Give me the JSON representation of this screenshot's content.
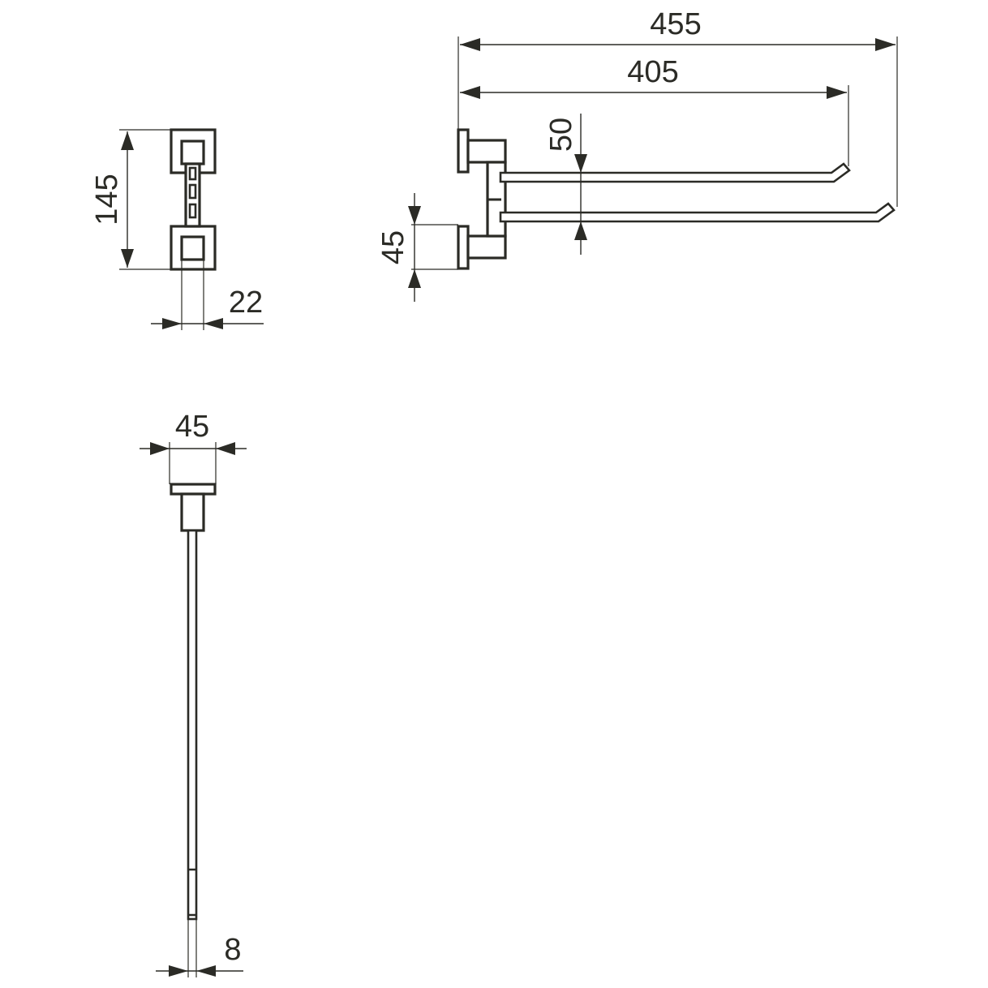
{
  "drawing": {
    "type": "technical-dimension-drawing",
    "subject": "double swivel towel rail",
    "line_color": "#2b2b26",
    "background": "#ffffff",
    "views": {
      "front_view": {
        "dimensions": {
          "height": "145",
          "rod_width": "22"
        }
      },
      "top_view": {
        "dimensions": {
          "overall_length": "455",
          "inner_arm_length": "405",
          "arm_spacing": "50",
          "base_diameter": "45"
        }
      },
      "side_view": {
        "dimensions": {
          "base_width": "45",
          "rod_thickness": "8"
        }
      }
    }
  }
}
